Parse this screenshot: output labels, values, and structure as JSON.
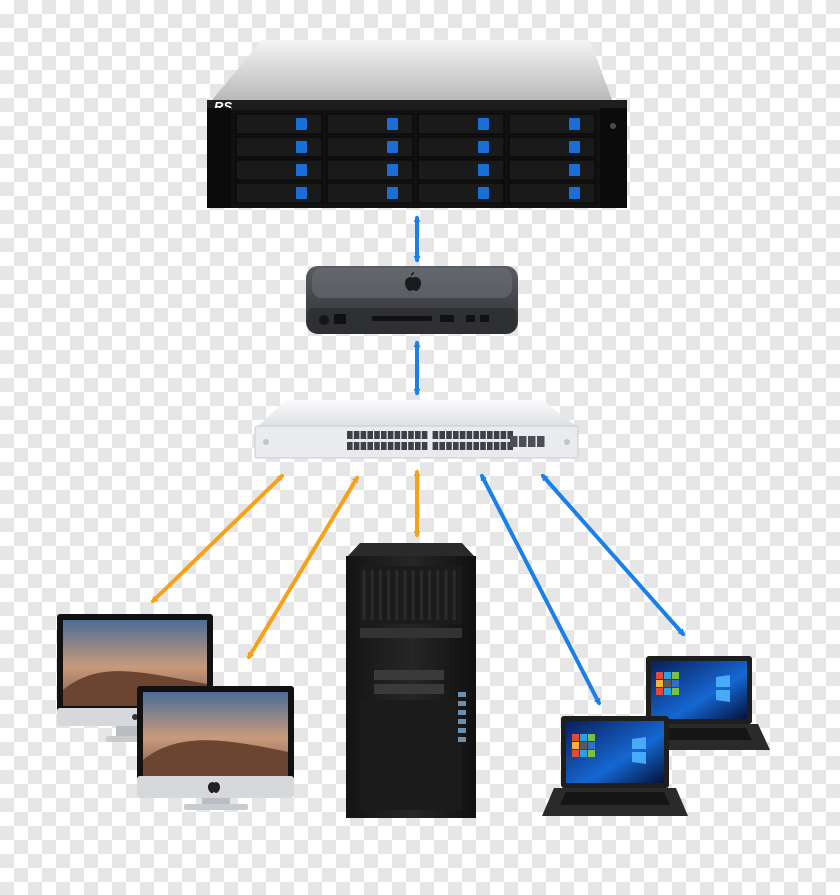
{
  "diagram": {
    "server": {
      "logo": "RS",
      "name": "storage-server"
    },
    "colors": {
      "link_blue": "#1a7fe8",
      "link_orange": "#f5a21a",
      "drive_tray": "#1a6fd6",
      "switch_body": "#e9ebee",
      "chassis": "#161616"
    },
    "nodes": [
      "storage-server",
      "mac-mini",
      "network-switch",
      "imac-1",
      "imac-2",
      "workstation-tower",
      "laptop-1",
      "laptop-2"
    ],
    "links": [
      {
        "from": "storage-server",
        "to": "mac-mini",
        "color": "blue"
      },
      {
        "from": "mac-mini",
        "to": "network-switch",
        "color": "blue"
      },
      {
        "from": "network-switch",
        "to": "imac-1",
        "color": "orange"
      },
      {
        "from": "network-switch",
        "to": "imac-2",
        "color": "orange"
      },
      {
        "from": "network-switch",
        "to": "workstation-tower",
        "color": "orange"
      },
      {
        "from": "network-switch",
        "to": "laptop-1",
        "color": "blue"
      },
      {
        "from": "network-switch",
        "to": "laptop-2",
        "color": "blue"
      }
    ]
  }
}
